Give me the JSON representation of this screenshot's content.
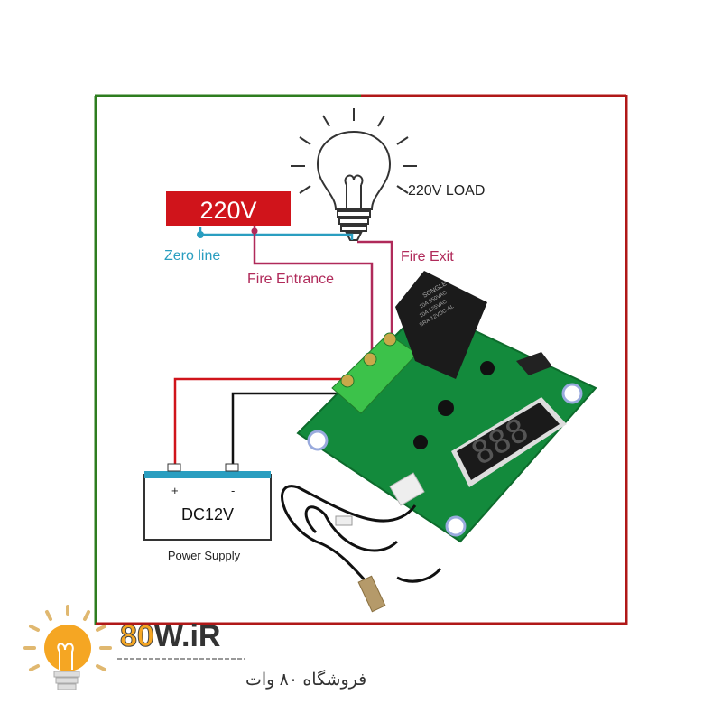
{
  "diagram": {
    "supply_voltage": "220V",
    "load_label": "220V LOAD",
    "zero_line": "Zero line",
    "fire_entrance": "Fire Entrance",
    "fire_exit": "Fire Exit",
    "dc_label": "DC12V",
    "plus": "+",
    "minus": "-",
    "power_supply": "Power Supply"
  },
  "board": {
    "relay_text": [
      "SONGLE",
      "10A 250VAC",
      "10A 125VAC",
      "SRA-12VDC-AL"
    ],
    "display_digits": "888"
  },
  "logo": {
    "brand_80": "80",
    "brand_rest": "W.iR",
    "tagline": "فروشگاه ۸۰ وات"
  },
  "colors": {
    "red": "#d0141b",
    "green_frame": "#2e7d1f",
    "blue_wire": "#2a9ec0",
    "maroon_wire": "#b02a5a",
    "logo_orange": "#f5a623"
  }
}
